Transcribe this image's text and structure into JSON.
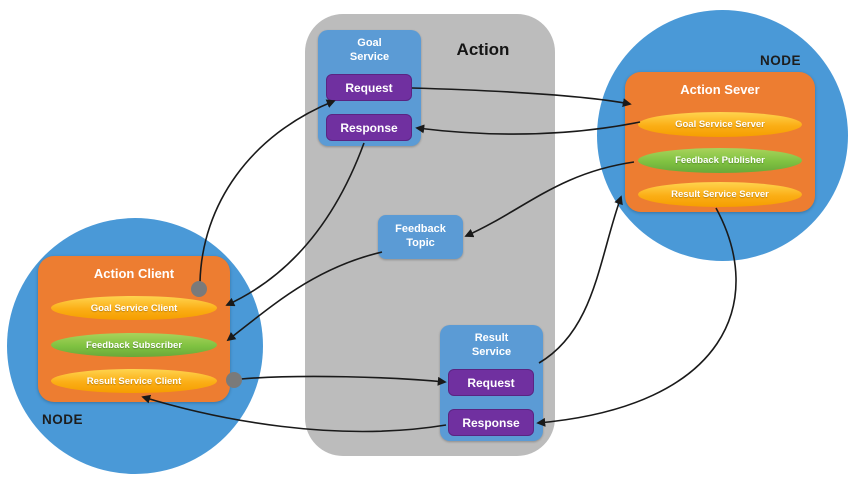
{
  "diagram": {
    "title": "Action",
    "client_node": {
      "node_label": "NODE",
      "box_title": "Action Client",
      "pills": [
        {
          "label": "Goal Service Client"
        },
        {
          "label": "Feedback Subscriber"
        },
        {
          "label": "Result Service Client"
        }
      ]
    },
    "server_node": {
      "node_label": "NODE",
      "box_title": "Action Sever",
      "pills": [
        {
          "label": "Goal Service Server"
        },
        {
          "label": "Feedback Publisher"
        },
        {
          "label": "Result Service Server"
        }
      ]
    },
    "goal_service": {
      "title": "Goal Service",
      "request_label": "Request",
      "response_label": "Response"
    },
    "feedback_topic": {
      "title": "Feedback Topic"
    },
    "result_service": {
      "title": "Result Service",
      "request_label": "Request",
      "response_label": "Response"
    }
  },
  "colors": {
    "node_circle": "#4a99d7",
    "action_container": "#bcbcbc",
    "service_box": "#5b9bd5",
    "request_response_button": "#7030a0",
    "action_box": "#ed7d31",
    "yellow_pill": "#fbae16",
    "green_pill": "#7fc241",
    "arrow": "#1a1a1a",
    "junction_dot": "#7a7a7a"
  }
}
